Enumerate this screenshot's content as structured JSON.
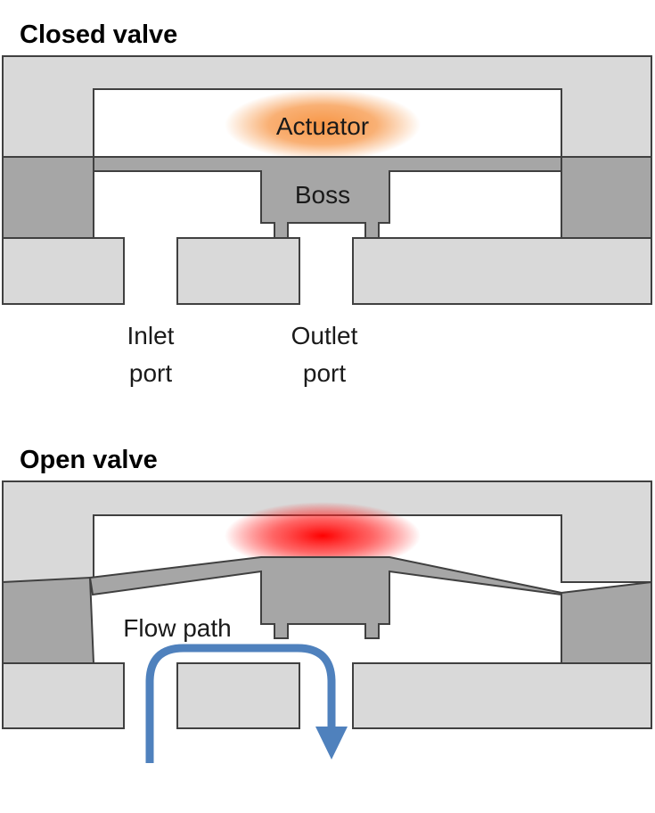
{
  "closed": {
    "title": "Closed valve",
    "actuator_label": "Actuator",
    "boss_label": "Boss",
    "inlet_label": [
      "Inlet",
      "port"
    ],
    "outlet_label": [
      "Outlet",
      "port"
    ],
    "actuator_color": "#f79646"
  },
  "open": {
    "title": "Open valve",
    "flow_label": "Flow path",
    "actuator_color": "#ff0000",
    "flow_color": "#4f81bd"
  }
}
